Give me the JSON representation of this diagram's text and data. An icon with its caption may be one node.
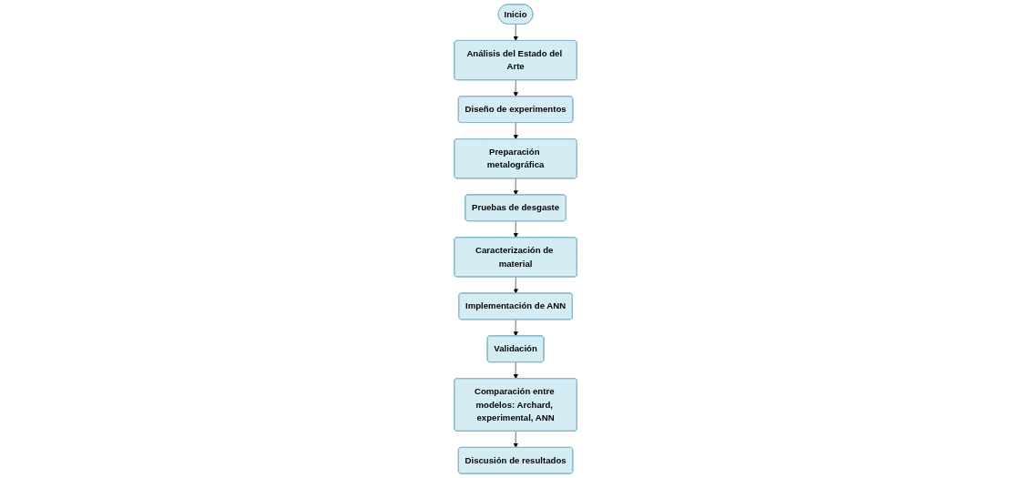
{
  "diagram": {
    "nodes": [
      {
        "text": [
          "Inicio"
        ]
      },
      {
        "text": [
          "Análisis del Estado del Arte"
        ]
      },
      {
        "text": [
          "Diseño de experimentos"
        ]
      },
      {
        "text": [
          "Preparación metalográfica"
        ]
      },
      {
        "text": [
          "Pruebas de desgaste"
        ]
      },
      {
        "text": [
          "Caracterización de material"
        ]
      },
      {
        "text": [
          "Implementación de ANN"
        ]
      },
      {
        "text": [
          "Validación"
        ]
      },
      {
        "text": [
          "Comparación entre modelos: Archard, experimental, ANN"
        ]
      },
      {
        "text": [
          "Discusión de resultados"
        ]
      }
    ],
    "edges": [
      {
        "from": 0,
        "to": 1,
        "arrow": "to"
      },
      {
        "from": 1,
        "to": 2,
        "arrow": "to"
      },
      {
        "from": 2,
        "to": 3,
        "arrow": "to"
      },
      {
        "from": 3,
        "to": 4,
        "arrow": "to"
      },
      {
        "from": 4,
        "to": 5,
        "arrow": "to"
      },
      {
        "from": 5,
        "to": 6,
        "arrow": "to"
      },
      {
        "from": 6,
        "to": 7,
        "arrow": "to"
      },
      {
        "from": 7,
        "to": 8,
        "arrow": "to"
      },
      {
        "from": 8,
        "to": 9,
        "arrow": "to"
      }
    ]
  }
}
